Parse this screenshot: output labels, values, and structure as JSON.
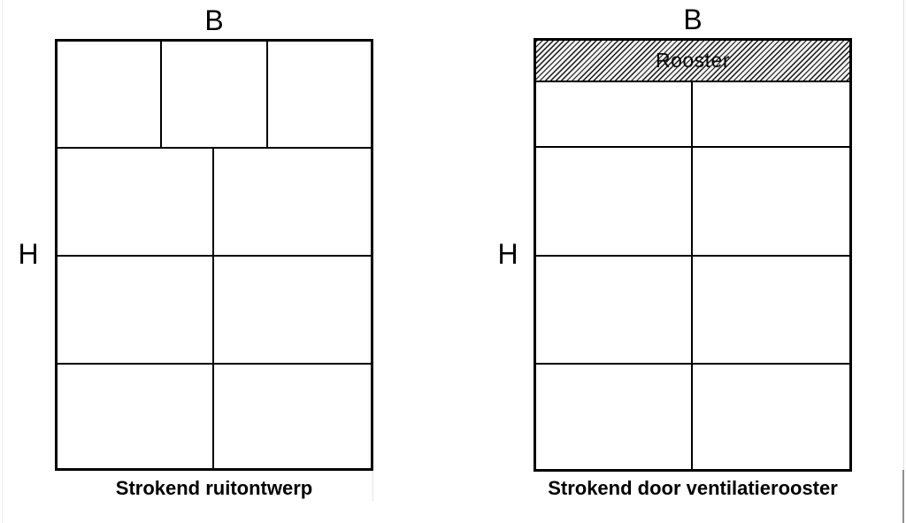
{
  "figure": {
    "background": "#ffffff",
    "line_color": "#000000",
    "left_diagram": {
      "width_label": "B",
      "height_label": "H",
      "caption": "Strokend ruitontwerp",
      "structure": {
        "rows": 4,
        "top_row_panes": 3,
        "lower_row_panes": 2
      }
    },
    "right_diagram": {
      "width_label": "B",
      "height_label": "H",
      "grille_label": "Rooster",
      "caption": "Strokend door ventilatierooster",
      "structure": {
        "rows": 4,
        "row_panes": 2,
        "has_ventilation_grille": true
      }
    }
  }
}
